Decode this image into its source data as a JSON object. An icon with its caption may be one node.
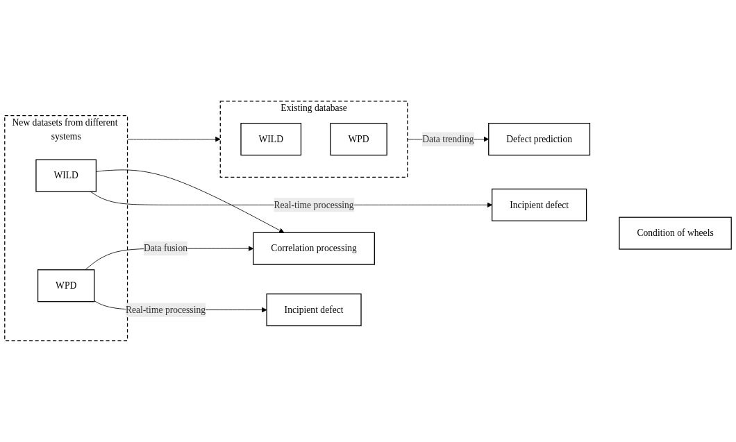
{
  "diagram": {
    "nodes": [
      {
        "text": [
          "New datasets from different systems"
        ]
      },
      {
        "text": [
          "WILD"
        ],
        "in": 0
      },
      {
        "text": [
          "WPD"
        ],
        "in": 0
      },
      {
        "text": [
          "Incipient defect"
        ]
      },
      {
        "text": [
          "Incipient defect"
        ]
      },
      {
        "text": [
          "Correlation processing"
        ]
      },
      {
        "text": [
          "Existing database"
        ]
      },
      {
        "text": [
          "WILD"
        ],
        "in": 6
      },
      {
        "text": [
          "WPD"
        ],
        "in": 6
      },
      {
        "text": [
          "Defect prediction"
        ]
      },
      {
        "text": [
          "Condition of wheels"
        ]
      }
    ],
    "edges": [
      {
        "from": 1,
        "to": 3,
        "arrow": "to",
        "label": "Real-time processing"
      },
      {
        "from": 2,
        "to": 4,
        "arrow": "to",
        "label": "Real-time processing"
      },
      {
        "from": 1,
        "to": 5,
        "arrow": "to"
      },
      {
        "from": 2,
        "to": 5,
        "arrow": "to",
        "label": "Data fusion"
      },
      {
        "from": 0,
        "to": 6,
        "arrow": "to"
      },
      {
        "from": 6,
        "to": 9,
        "arrow": "to",
        "label": "Data trending"
      }
    ]
  }
}
